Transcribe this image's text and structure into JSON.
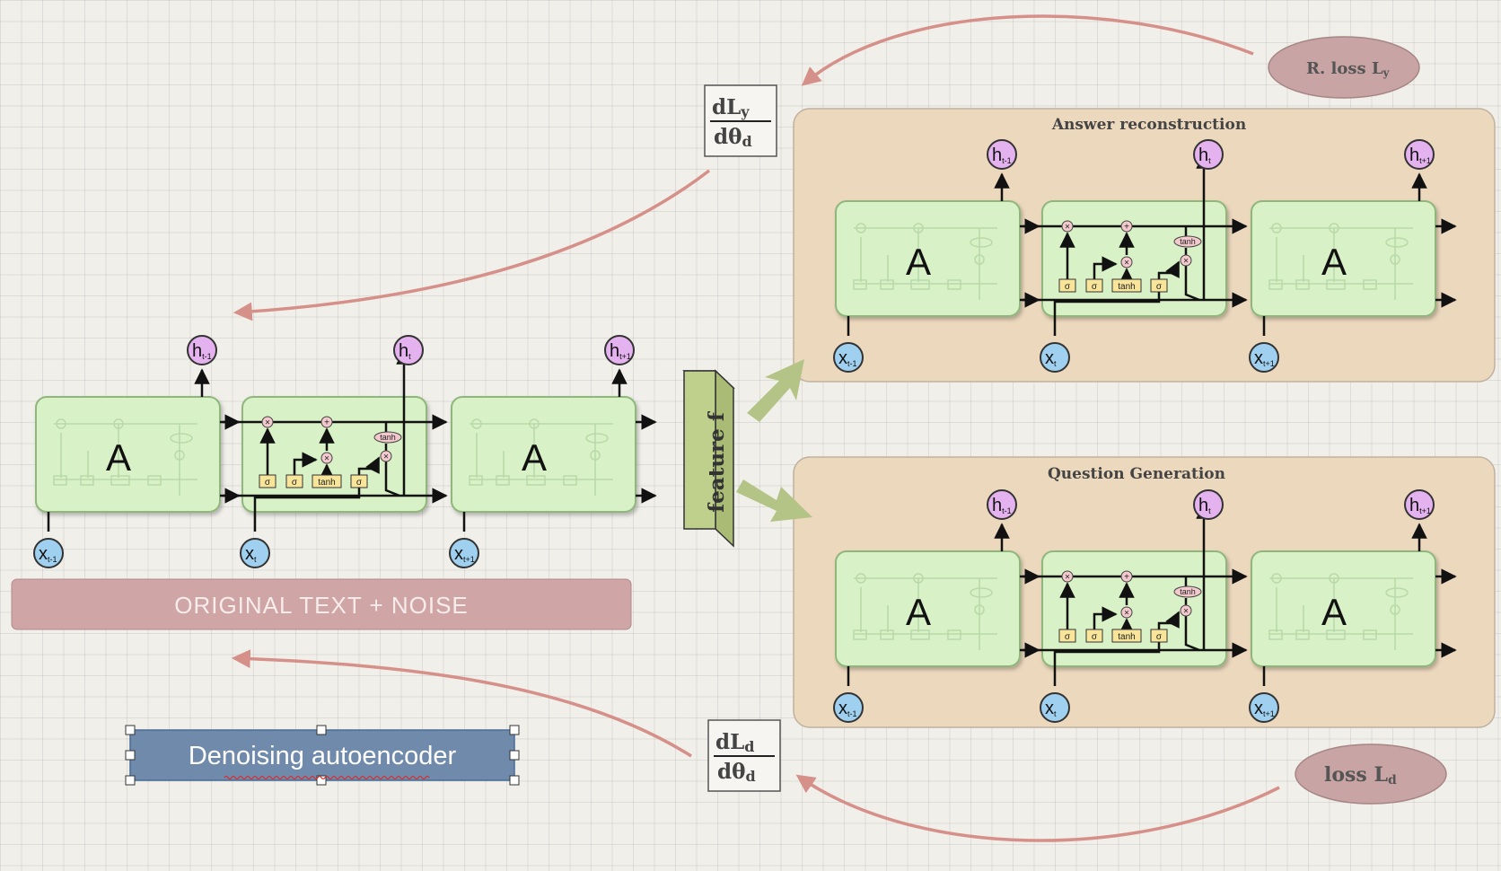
{
  "left_network": {
    "cell_label": "A",
    "input_labels": [
      "x",
      "x",
      "x"
    ],
    "input_subscripts": [
      "t-1",
      "t",
      "t+1"
    ],
    "output_labels": [
      "h",
      "h",
      "h"
    ],
    "output_subscripts": [
      "t-1",
      "t",
      "t+1"
    ],
    "gates": [
      "σ",
      "σ",
      "tanh",
      "σ"
    ],
    "state_tanh": "tanh",
    "ops": [
      "×",
      "+",
      "×",
      "×"
    ]
  },
  "answer_panel": {
    "title": "Answer reconstruction"
  },
  "question_panel": {
    "title": "Question Generation"
  },
  "noise_bar": {
    "label": "ORIGINAL TEXT + NOISE"
  },
  "feature_block": {
    "label": "feature f"
  },
  "recon_loss": {
    "label": "R. loss L",
    "subscript": "y"
  },
  "gen_loss": {
    "label": "loss L",
    "subscript": "d"
  },
  "grad_top": {
    "numerator": "dL",
    "numerator_sub": "y",
    "denominator": "dθ",
    "denominator_sub": "d"
  },
  "grad_bottom": {
    "numerator": "dL",
    "numerator_sub": "d",
    "denominator": "dθ",
    "denominator_sub": "d"
  },
  "selected_textbox": {
    "label": "Denoising autoencoder",
    "color": "#6f8aab"
  },
  "colors": {
    "cell_fill": "#d8f1c6",
    "cell_stroke": "#8fb77c",
    "panel_fill": "#ecd8bd",
    "input_node": "#9fd0ef",
    "output_node": "#e4b2ee",
    "gate_fill": "#f8e59a",
    "loss_fill": "#c9a4a4",
    "arrow": "#d6908a",
    "feature": "#bfcf8c",
    "noise_bar": "#cfa5a6"
  }
}
